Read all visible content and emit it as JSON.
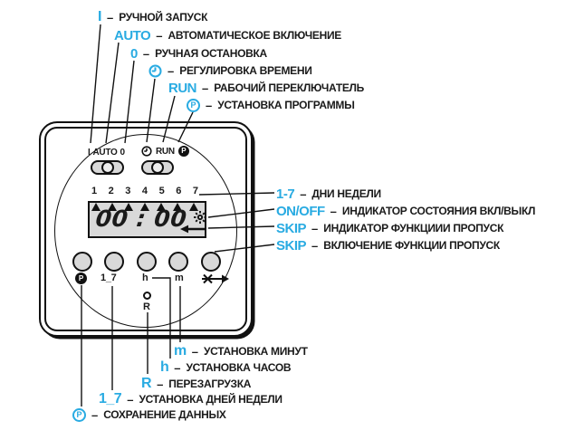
{
  "colors": {
    "accent": "#29ABE2",
    "ink": "#1a1a1a",
    "lcd_bg": "#d9d9d9"
  },
  "sep": "–",
  "p_letter": "P",
  "callouts": {
    "top": [
      {
        "key": "I",
        "desc": "РУЧНОЙ ЗАПУСК"
      },
      {
        "key": "AUTO",
        "desc": "АВТОМАТИЧЕСКОЕ ВКЛЮЧЕНИЕ"
      },
      {
        "key": "0",
        "desc": "РУЧНАЯ ОСТАНОВКА"
      },
      {
        "key": "",
        "icon": "clock-icon",
        "desc": "РЕГУЛИРОВКА ВРЕМЕНИ"
      },
      {
        "key": "RUN",
        "desc": "РАБОЧИЙ ПЕРЕКЛЮЧАТЕЛЬ"
      },
      {
        "key": "",
        "icon": "program-icon",
        "desc": "УСТАНОВКА ПРОГРАММЫ"
      }
    ],
    "right": [
      {
        "key": "1-7",
        "desc": "ДНИ НЕДЕЛИ"
      },
      {
        "key": "ON/OFF",
        "desc": "ИНДИКАТОР СОСТОЯНИЯ ВКЛ/ВЫКЛ"
      },
      {
        "key": "SKIP",
        "desc": "ИНДИКАТОР ФУНКЦИИИ ПРОПУСК"
      },
      {
        "key": "SKIP",
        "desc": "ВКЛЮЧЕНИЕ ФУНКЦИИ ПРОПУСК"
      }
    ],
    "bottom": [
      {
        "key": "m",
        "desc": "УСТАНОВКА МИНУТ"
      },
      {
        "key": "h",
        "desc": "УСТАНОВКА ЧАСОВ"
      },
      {
        "key": "R",
        "desc": "ПЕРЕЗАГРУЗКА"
      },
      {
        "key": "1_7",
        "desc": "УСТАНОВКА ДНЕЙ НЕДЕЛИ"
      },
      {
        "key": "",
        "icon": "save-icon",
        "desc": "СОХРАНЕНИЕ ДАННЫХ"
      }
    ]
  },
  "device": {
    "mode_switch": {
      "labels": [
        "I",
        "AUTO",
        "0"
      ]
    },
    "run_switch": {
      "run_label": "RUN"
    },
    "display": {
      "days": [
        "1",
        "2",
        "3",
        "4",
        "5",
        "6",
        "7"
      ],
      "time": "00 : 00"
    },
    "bottom_labels": {
      "days": "1_7",
      "hour": "h",
      "minute": "m",
      "reset": "R"
    }
  }
}
